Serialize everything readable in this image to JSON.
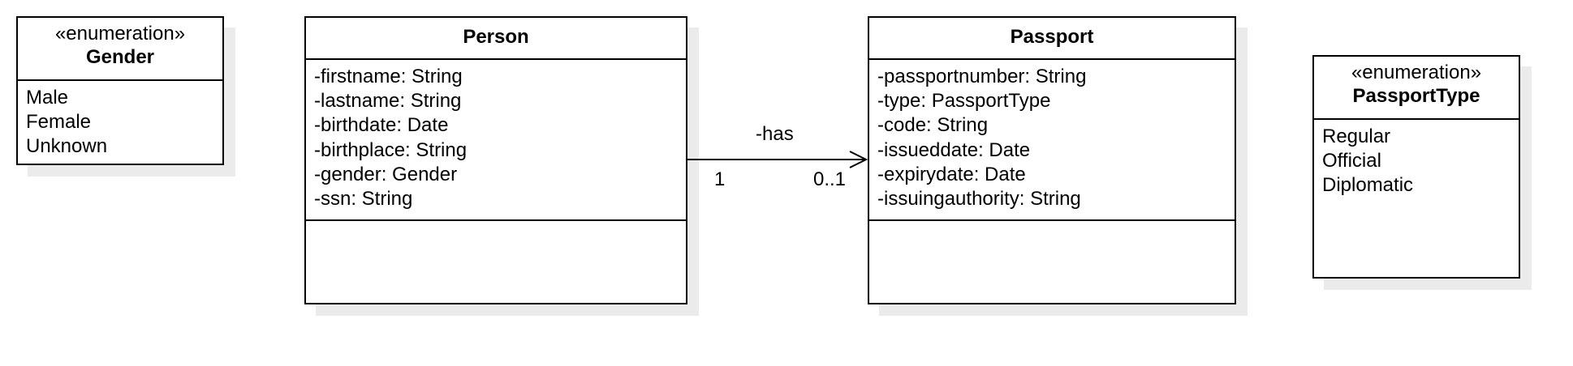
{
  "classes": {
    "gender": {
      "stereotype": "«enumeration»",
      "name": "Gender",
      "literals": [
        "Male",
        "Female",
        "Unknown"
      ]
    },
    "person": {
      "name": "Person",
      "attributes": [
        "-firstname: String",
        "-lastname: String",
        "-birthdate: Date",
        "-birthplace: String",
        "-gender: Gender",
        "-ssn: String"
      ]
    },
    "passport": {
      "name": "Passport",
      "attributes": [
        "-passportnumber: String",
        "-type: PassportType",
        "-code: String",
        "-issueddate: Date",
        "-expirydate: Date",
        "-issuingauthority: String"
      ]
    },
    "passport_type": {
      "stereotype": "«enumeration»",
      "name": "PassportType",
      "literals": [
        "Regular",
        "Official",
        "Diplomatic"
      ]
    }
  },
  "association": {
    "role": "-has",
    "source_multiplicity": "1",
    "target_multiplicity": "0..1"
  }
}
